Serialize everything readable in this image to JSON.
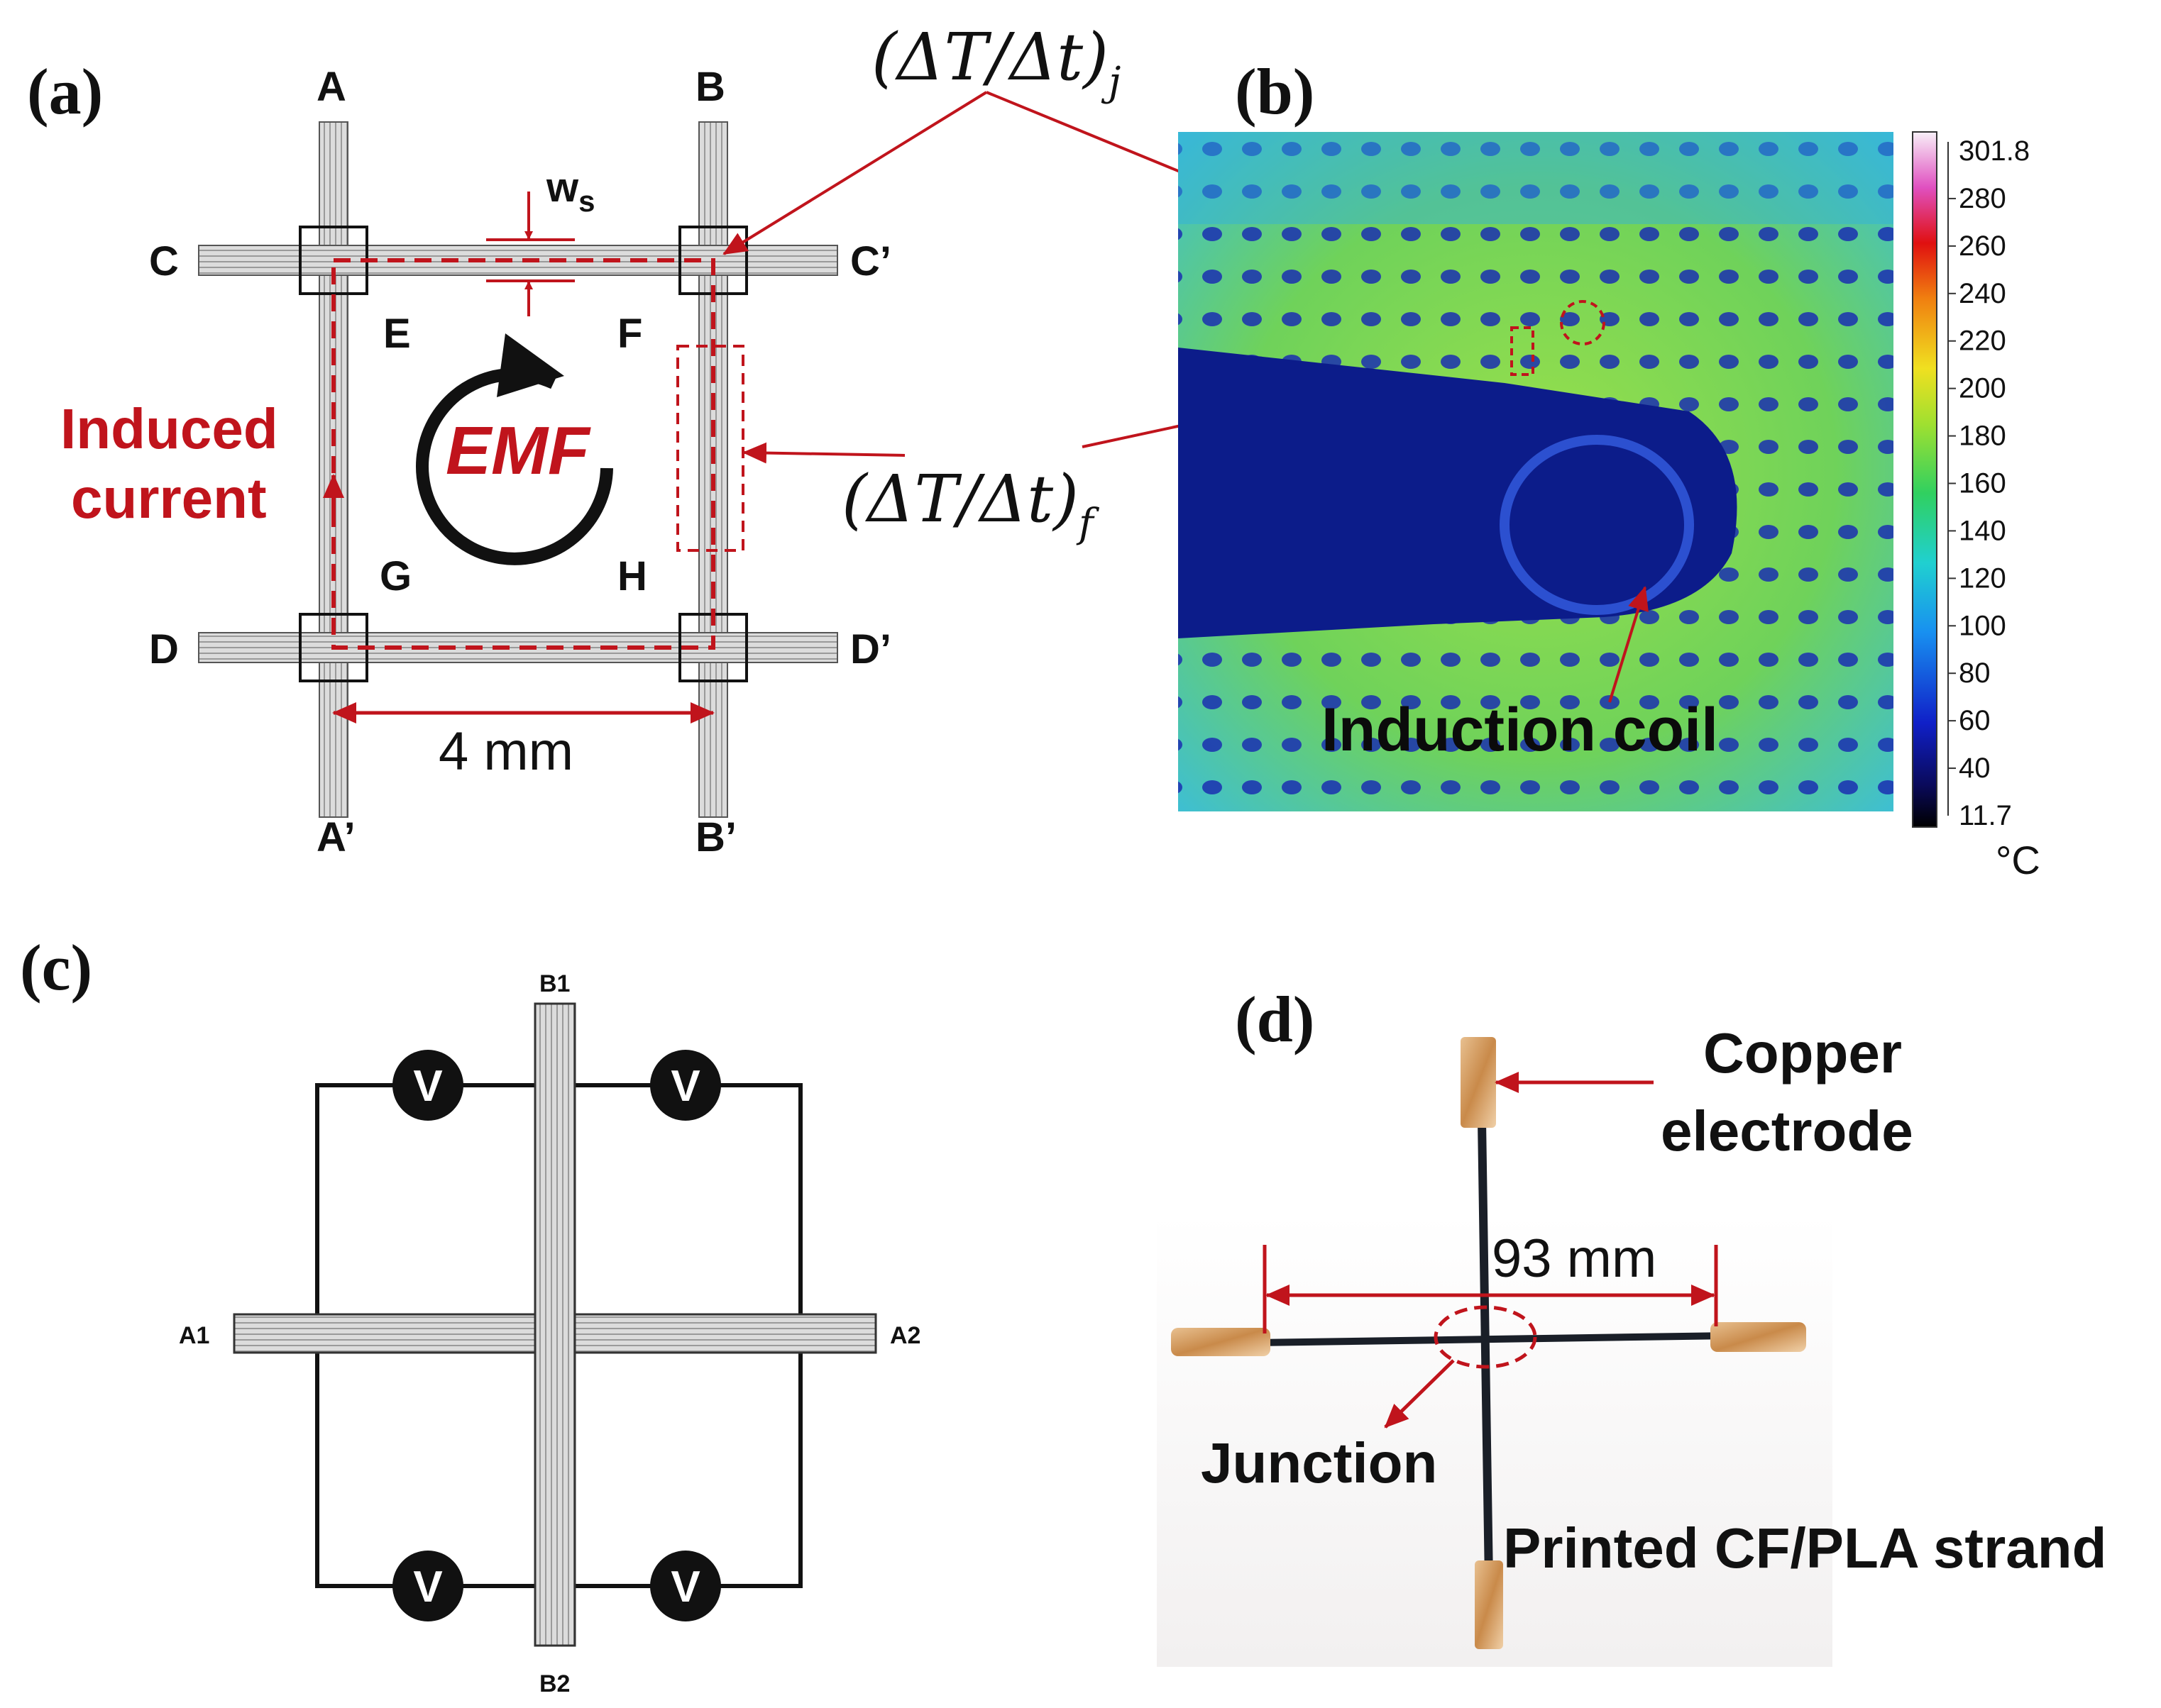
{
  "panel_a": {
    "label": "(a)",
    "strand_labels": {
      "a": "A",
      "b": "B",
      "c": "C",
      "c_prime": "C’",
      "d": "D",
      "d_prime": "D’",
      "a_prime": "A’",
      "b_prime": "B’"
    },
    "region_labels": {
      "e": "E",
      "f": "F",
      "g": "G",
      "h": "H"
    },
    "width_label": "w",
    "width_sub": "s",
    "induced_current_line1": "Induced",
    "induced_current_line2": "current",
    "emf_label": "EMF",
    "dimension_label": "4 mm",
    "rate_junction": "(ΔT/Δt)",
    "rate_junction_sub": "j",
    "rate_free": "(ΔT/Δt)",
    "rate_free_sub": "f"
  },
  "panel_b": {
    "label": "(b)",
    "colorbar": {
      "max_label": "301.8",
      "min_label": "11.7",
      "ticks": [
        "280",
        "260",
        "240",
        "220",
        "200",
        "180",
        "160",
        "140",
        "120",
        "100",
        "80",
        "60",
        "40"
      ],
      "unit": "°C"
    },
    "coil_label": "Induction coil"
  },
  "panel_c": {
    "label": "(c)",
    "terminals": {
      "a1": "A1",
      "a2": "A2",
      "b1": "B1",
      "b2": "B2"
    },
    "meter_symbol": "V"
  },
  "panel_d": {
    "label": "(d)",
    "electrode_line1": "Copper",
    "electrode_line2": "electrode",
    "dimension_label": "93 mm",
    "junction_label": "Junction",
    "strand_label": "Printed CF/PLA strand"
  },
  "colors": {
    "accent_red": "#c0141c",
    "strand_gray": "#d7d7d7",
    "ink": "#111111"
  }
}
